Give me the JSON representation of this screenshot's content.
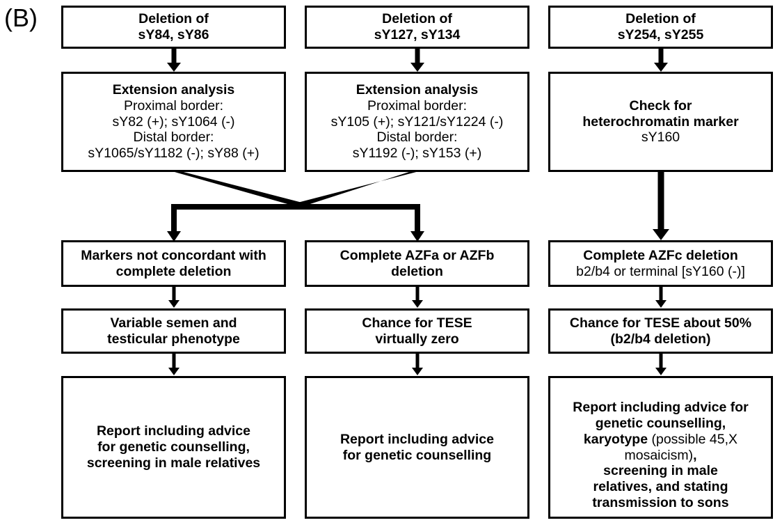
{
  "panel": {
    "label": "(B)"
  },
  "colors": {
    "stroke": "#000000",
    "fill": "#ffffff",
    "text": "#000000"
  },
  "columns": [
    {
      "id": "azfa",
      "nodes": [
        {
          "name": "deletion-sy84-sy86",
          "text": "Deletion of\nsY84, sY86",
          "weight": "bold"
        },
        {
          "name": "extension-analysis-azfa",
          "title": "Extension analysis",
          "lines": [
            "Proximal border:",
            "sY82 (+); sY1064 (-)",
            "Distal border:",
            "sY1065/sY1182 (-); sY88 (+)"
          ]
        },
        {
          "name": "markers-not-concordant",
          "text": "Markers not concordant with\ncomplete deletion",
          "weight": "bold"
        },
        {
          "name": "variable-semen-phenotype",
          "text": "Variable semen and\ntesticular phenotype",
          "weight": "bold"
        },
        {
          "name": "report-advice-screening",
          "text": "Report including advice\nfor genetic counselling,\nscreening in male relatives",
          "weight": "bold"
        }
      ]
    },
    {
      "id": "azfb",
      "nodes": [
        {
          "name": "deletion-sy127-sy134",
          "text": "Deletion of\nsY127, sY134",
          "weight": "bold"
        },
        {
          "name": "extension-analysis-azfb",
          "title": "Extension analysis",
          "lines": [
            "Proximal border:",
            "sY105 (+); sY121/sY1224 (-)",
            "Distal border:",
            "sY1192 (-); sY153 (+)"
          ]
        },
        {
          "name": "complete-azfa-or-azfb-deletion",
          "text": "Complete AZFa or AZFb\ndeletion",
          "weight": "bold"
        },
        {
          "name": "chance-tese-virtually-zero",
          "text": "Chance for TESE\nvirtually zero",
          "weight": "bold"
        },
        {
          "name": "report-advice-counselling",
          "text": "Report including advice\nfor genetic counselling",
          "weight": "bold"
        }
      ]
    },
    {
      "id": "azfc",
      "nodes": [
        {
          "name": "deletion-sy254-sy255",
          "text": "Deletion of\nsY254, sY255",
          "weight": "bold"
        },
        {
          "name": "check-heterochromatin-marker",
          "title": "Check for\nheterochromatin marker",
          "lines": [
            "sY160"
          ]
        },
        {
          "name": "complete-azfc-deletion",
          "title": "Complete AZFc deletion",
          "lines": [
            "b2/b4 or terminal [sY160 (-)]"
          ]
        },
        {
          "name": "chance-tese-about-50",
          "text": "Chance for TESE about 50%\n(b2/b4 deletion)",
          "weight": "bold"
        },
        {
          "name": "report-advice-karyotype",
          "segments": [
            {
              "t": "Report including advice for\ngenetic counselling,\n",
              "w": "bold"
            },
            {
              "t": "karyotype",
              "w": "bold"
            },
            {
              "t": " (possible 45,X\nmosaicism)",
              "w": "normal"
            },
            {
              "t": ",\nscreening in male\nrelatives, and stating\ntransmission to sons",
              "w": "bold"
            }
          ]
        }
      ]
    }
  ],
  "connectors": {
    "vertical_arrow": "down-arrow",
    "merge": "crossing-merge-connector"
  }
}
